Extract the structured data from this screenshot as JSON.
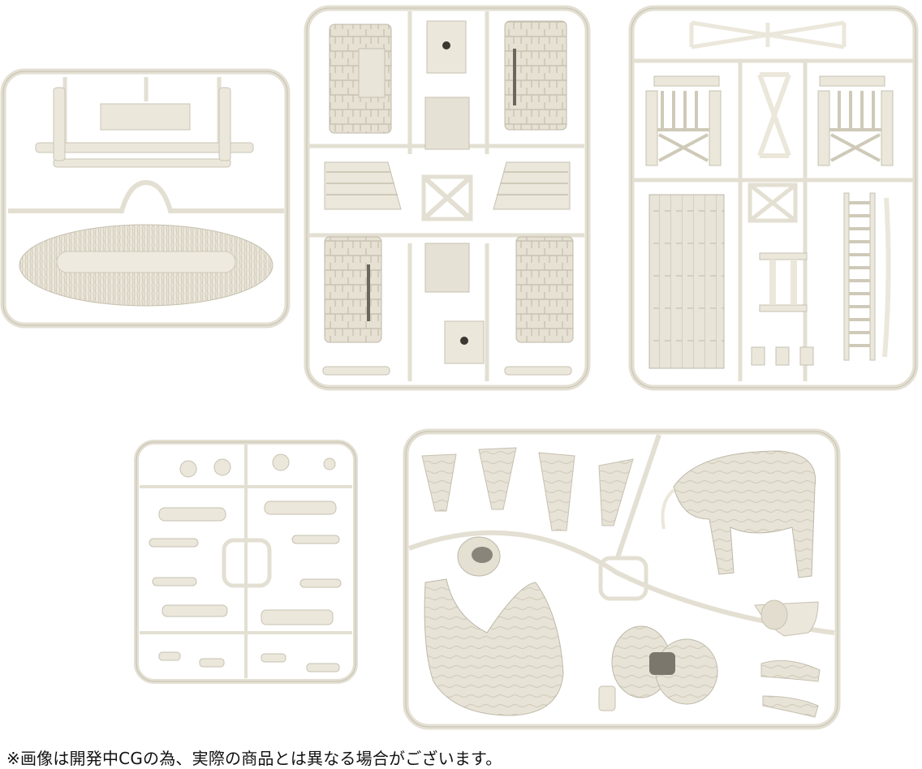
{
  "caption": "※画像は開発中CGの為、実際の商品とは異なる場合がございます。",
  "colors": {
    "background": "#ffffff",
    "plastic": "#ebe7db",
    "plastic_shadow": "#cfcabb",
    "plastic_outline": "#bdb8a8",
    "caption_text": "#111111"
  },
  "sprues": [
    {
      "name": "sprue-fur-cushion",
      "parts": [
        "bench-top",
        "rail-bar",
        "fur-cushion"
      ]
    },
    {
      "name": "sprue-stone-walls",
      "parts": [
        "stone-pillar",
        "stone-pillar",
        "stone-pillar",
        "stone-pillar",
        "railing-panel",
        "railing-panel",
        "square-panel",
        "square-panel",
        "square-panel",
        "square-panel"
      ]
    },
    {
      "name": "sprue-wooden-parts",
      "parts": [
        "chair",
        "chair",
        "x-brace",
        "plank-floor",
        "ladder",
        "small-fence"
      ]
    },
    {
      "name": "sprue-figures",
      "parts": [
        "figure-parts"
      ]
    },
    {
      "name": "sprue-elephant",
      "parts": [
        "elephant-leg",
        "elephant-leg",
        "elephant-leg",
        "elephant-leg",
        "elephant-body-left",
        "elephant-body-right",
        "elephant-head",
        "elephant-tusk",
        "elephant-trunk"
      ]
    }
  ]
}
